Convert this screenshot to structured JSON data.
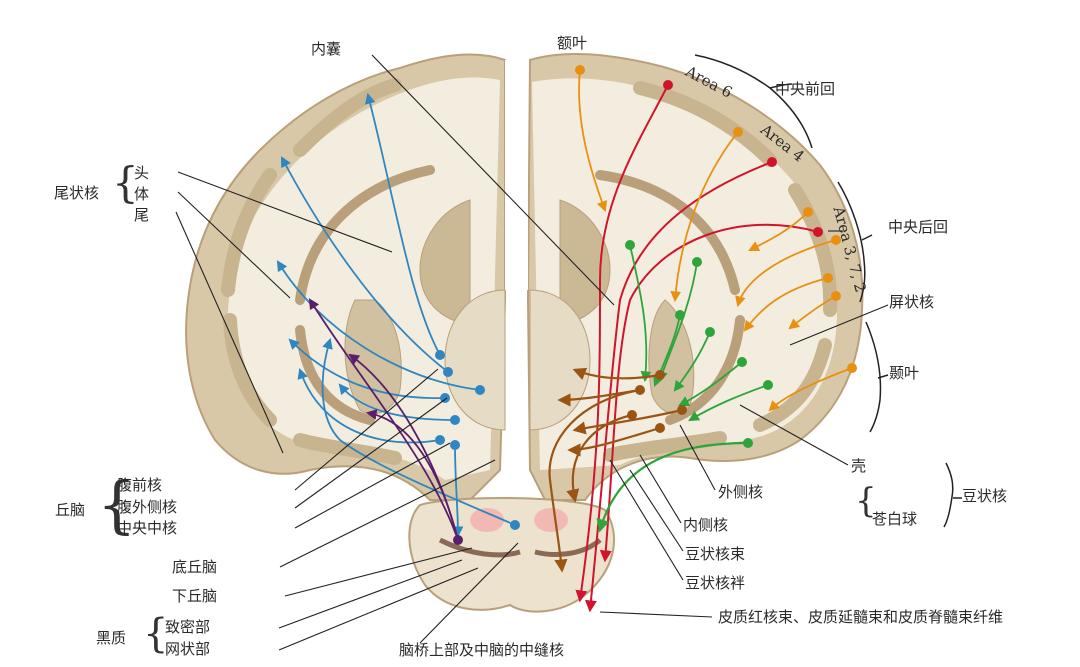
{
  "labels": {
    "internal_capsule": "内囊",
    "frontal_lobe": "额叶",
    "area6": "Area 6",
    "area4": "Area 4",
    "precentral_gyrus": "中央前回",
    "area312": "Area 3, 7, 2",
    "postcentral_gyrus": "中央后回",
    "claustrum": "屏状核",
    "temporal_lobe": "颞叶",
    "caudate": "尾状核",
    "head": "头",
    "body": "体",
    "tail": "尾",
    "putamen": "壳",
    "lateral_segment": "外侧核",
    "globus_pallidus": "苍白球",
    "lentiform": "豆状核",
    "medial_segment": "内侧核",
    "lenticular_fasciculus": "豆状核束",
    "ansa_lenticularis": "豆状核袢",
    "thalamus": "丘脑",
    "va": "腹前核",
    "vl": "腹外侧核",
    "cm": "中央中核",
    "subthalamus": "底丘脑",
    "hypothalamus": "下丘脑",
    "substantia_nigra": "黑质",
    "compacta": "致密部",
    "reticulata": "网状部",
    "raphe": "脑桥上部及中脑的中缝核",
    "tracts": "皮质红核束、皮质延髓束和皮质脊髓束纤维"
  },
  "colors": {
    "tissue": "#d9c8a8",
    "tissue_dark": "#b9a07a",
    "white_matter": "#f3ede0",
    "blue": "#2f86c0",
    "red": "#d0142c",
    "orange": "#e8900f",
    "green": "#2ea43a",
    "purple": "#5a1f6a",
    "brown": "#9a5514",
    "pink": "#f2b8b4",
    "line": "#222222"
  }
}
